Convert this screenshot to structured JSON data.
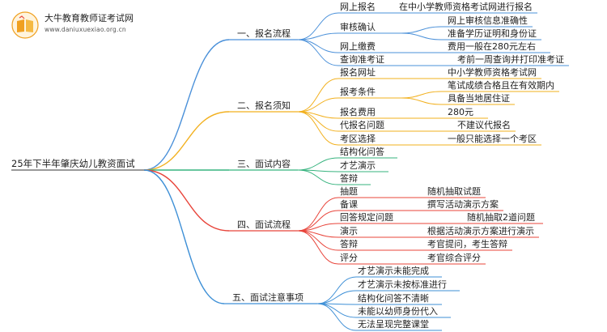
{
  "brand": {
    "title": "大牛教育教师证考试网",
    "url": "www.daniuxuexiao.org.cn",
    "logo_icon": "open-book-icon",
    "logo_color": "#f0a020"
  },
  "root": {
    "label": "25年下半年肇庆幼儿教资面试"
  },
  "branches": [
    {
      "label": "一、报名流程",
      "color": "#4a90d9",
      "children": [
        {
          "label": "网上报名",
          "detail": "在中小学教师资格考试网进行报名"
        },
        {
          "label": "审核确认",
          "details": [
            "网上审核信息准确性",
            "准备学历证明和身份证"
          ]
        },
        {
          "label": "网上缴费",
          "detail": "费用一般在280元左右"
        },
        {
          "label": "查询准考证",
          "detail": "考前一周查询并打印准考证"
        }
      ]
    },
    {
      "label": "二、报名须知",
      "color": "#f2b01e",
      "children": [
        {
          "label": "报名网址",
          "detail": "中小学教师资格考试网"
        },
        {
          "label": "报考条件",
          "details": [
            "笔试成绩合格且在有效期内",
            "具备当地居住证"
          ]
        },
        {
          "label": "报名费用",
          "detail": "280元"
        },
        {
          "label": "代报名问题",
          "detail": "不建议代报名"
        },
        {
          "label": "考区选择",
          "detail": "一般只能选择一个考区"
        }
      ]
    },
    {
      "label": "三、面试内容",
      "color": "#36b37e",
      "children": [
        {
          "label": "结构化问答"
        },
        {
          "label": "才艺演示"
        },
        {
          "label": "答辩"
        }
      ]
    },
    {
      "label": "四、面试流程",
      "color": "#e8443a",
      "children": [
        {
          "label": "抽题",
          "detail": "随机抽取试题"
        },
        {
          "label": "备课",
          "detail": "撰写活动演示方案"
        },
        {
          "label": "回答规定问题",
          "detail": "随机抽取2道问题"
        },
        {
          "label": "演示",
          "detail": "根据活动演示方案进行演示"
        },
        {
          "label": "答辩",
          "detail": "考官提问，考生答辩"
        },
        {
          "label": "评分",
          "detail": "考官综合评分"
        }
      ]
    },
    {
      "label": "五、面试注意事项",
      "color": "#3d8fd6",
      "children": [
        {
          "label": "才艺演示未能完成"
        },
        {
          "label": "才艺演示未按标准进行"
        },
        {
          "label": "结构化问答不清晰"
        },
        {
          "label": "未能以幼师身份代入"
        },
        {
          "label": "无法呈现完整课堂"
        }
      ]
    }
  ]
}
